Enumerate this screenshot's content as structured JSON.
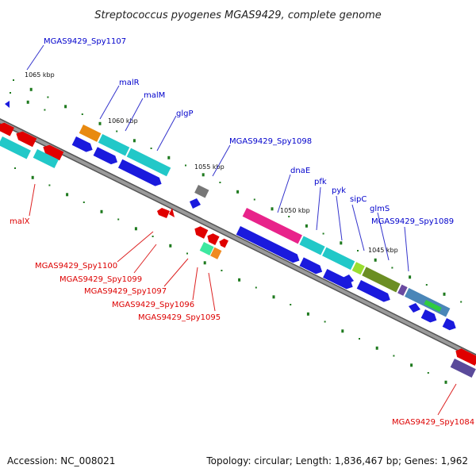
{
  "title": "Streptococcus pyogenes MGAS9429, complete genome",
  "footer": {
    "accession": "Accession: NC_008021",
    "summary": "Topology: circular; Length: 1,836,467 bp; Genes: 1,962"
  },
  "colors": {
    "forward_label": "#0000cc",
    "reverse_label": "#dd0000",
    "backbone": "#808080",
    "tick": "#1e7a1e"
  },
  "kbp_ticks": [
    "1065 kbp",
    "1060 kbp",
    "1055 kbp",
    "1050 kbp",
    "1045 kbp"
  ],
  "forward_labels": [
    "MGAS9429_Spy1107",
    "malR",
    "malM",
    "glgP",
    "MGAS9429_Spy1098",
    "dnaE",
    "pfk",
    "pyk",
    "sipC",
    "glmS",
    "MGAS9429_Spy1089"
  ],
  "reverse_labels": [
    "malX",
    "MGAS9429_Spy1100",
    "MGAS9429_Spy1099",
    "MGAS9429_Spy1097",
    "MGAS9429_Spy1096",
    "MGAS9429_Spy1095",
    "MGAS9429_Spy1084"
  ]
}
